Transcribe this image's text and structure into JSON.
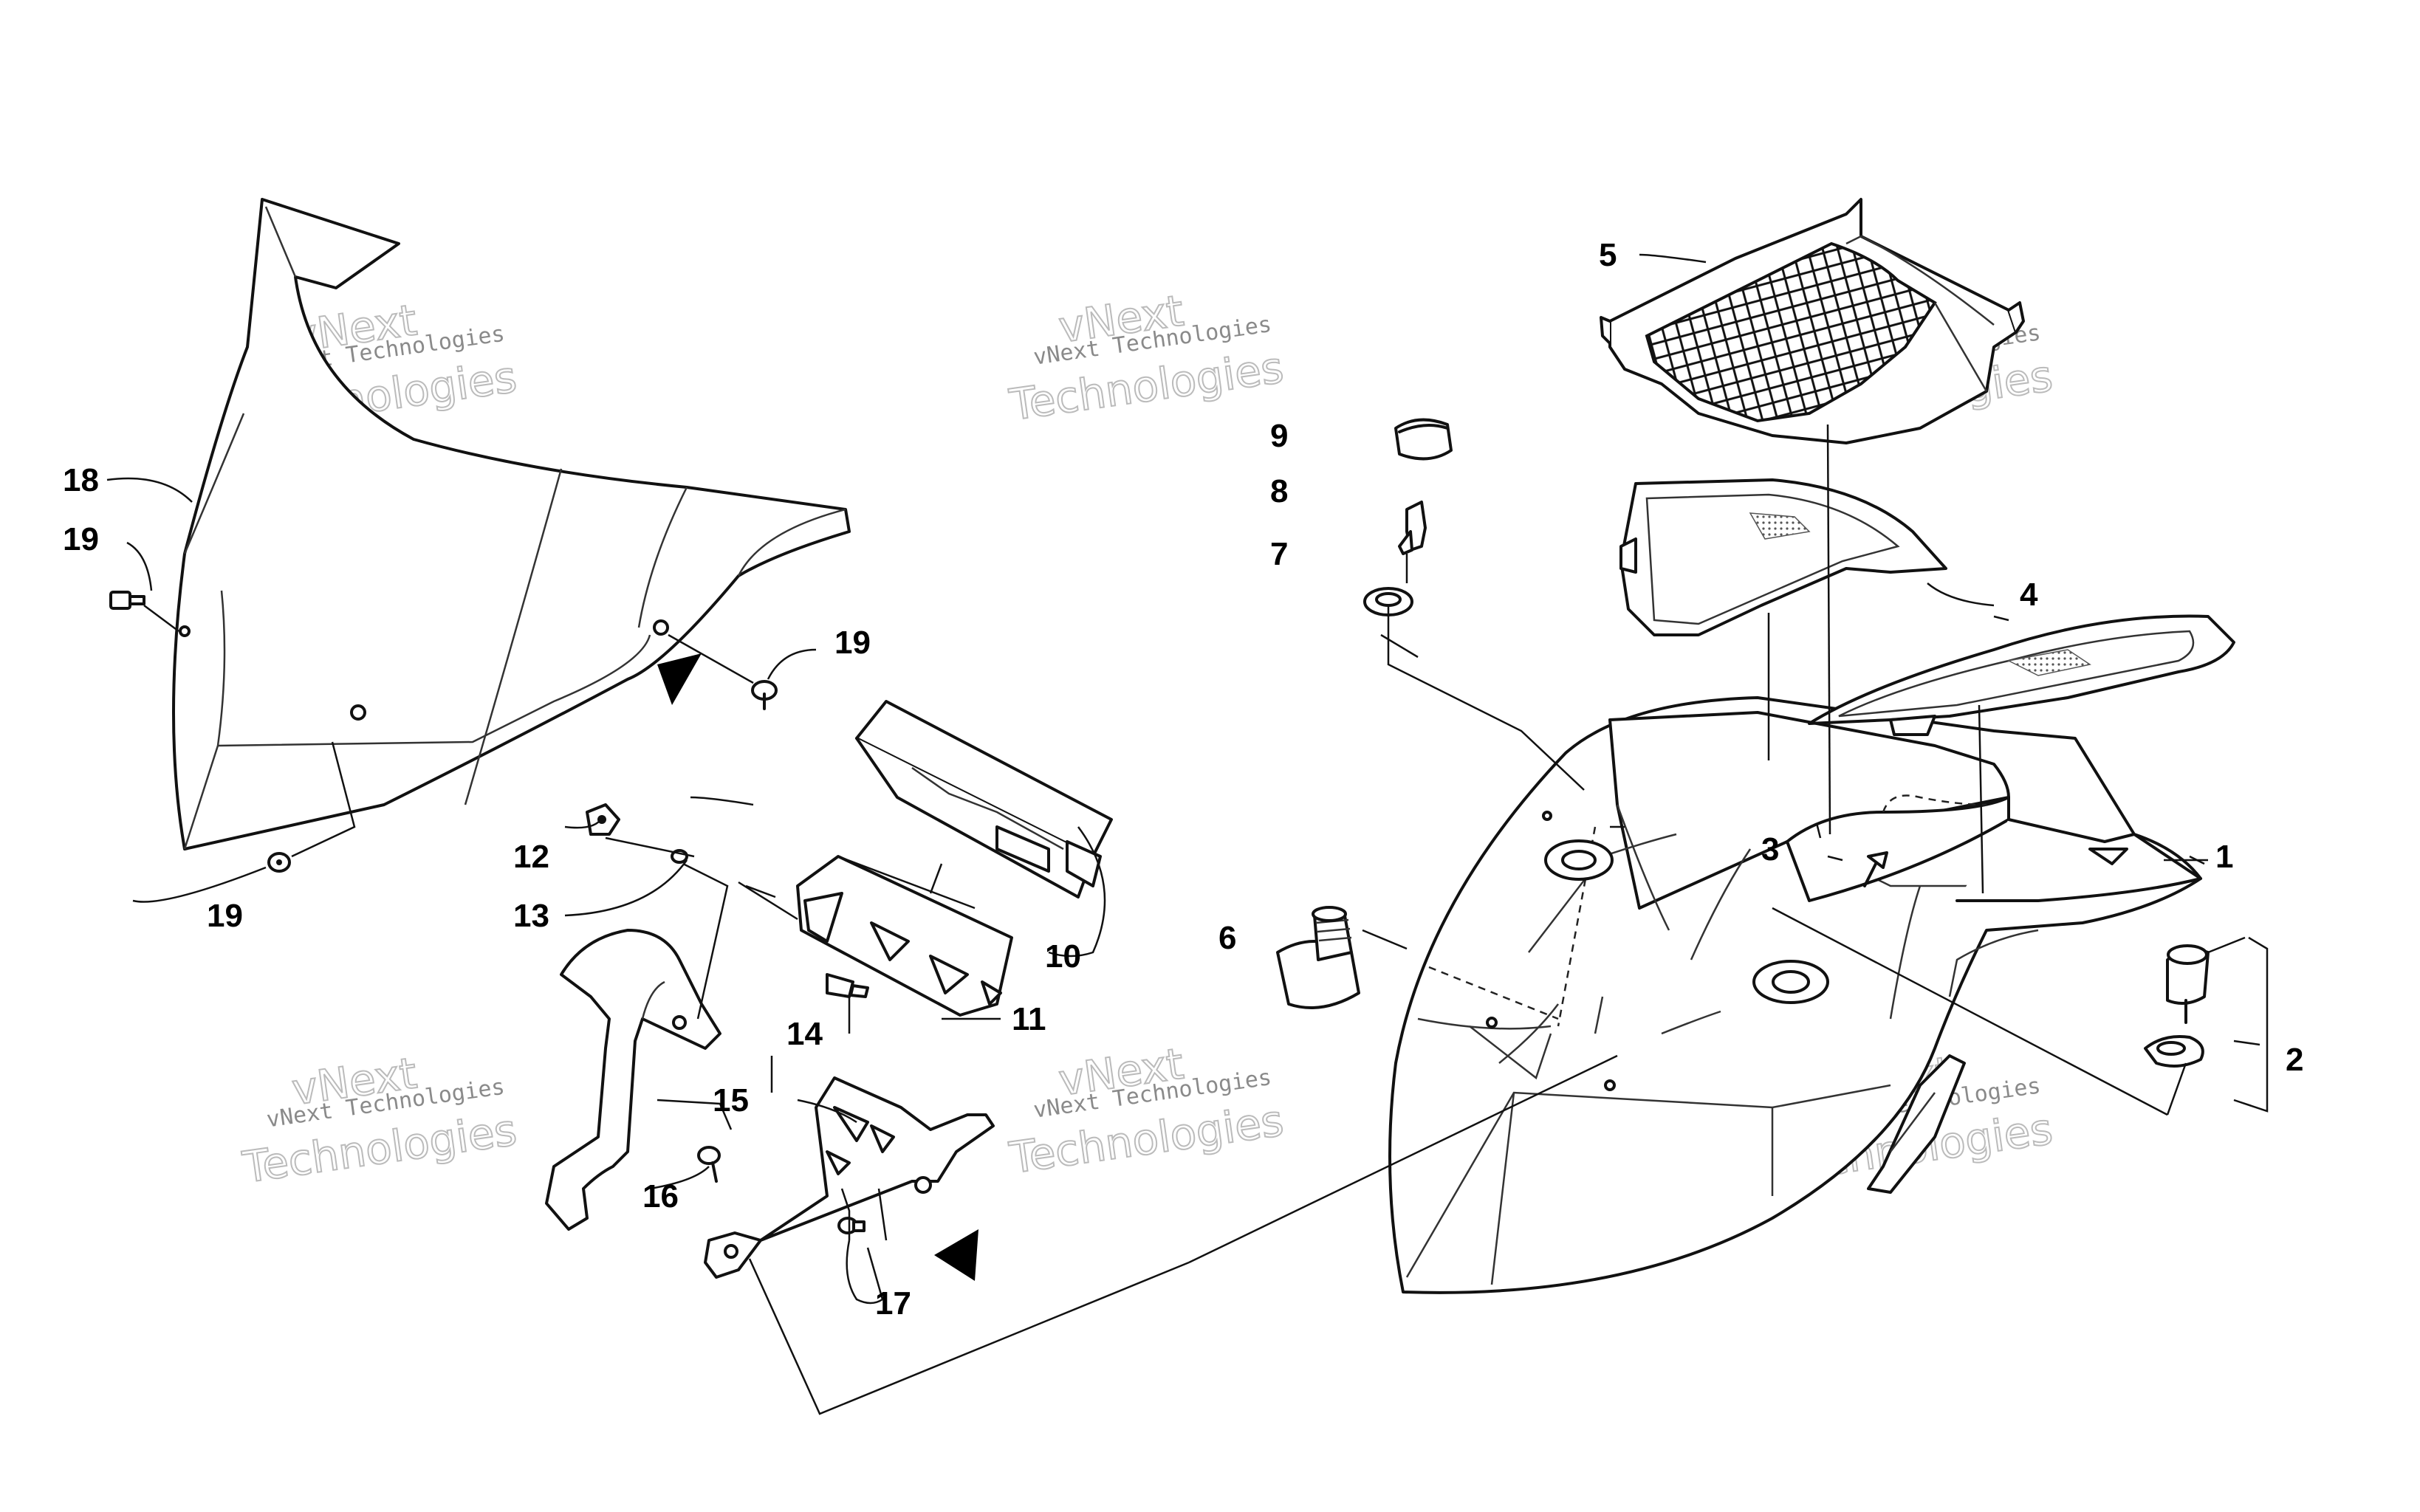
{
  "callouts": {
    "c1": "1",
    "c2": "2",
    "c3": "3",
    "c4": "4",
    "c5": "5",
    "c6": "6",
    "c7": "7",
    "c8": "8",
    "c9": "9",
    "c10": "10",
    "c11": "11",
    "c12": "12",
    "c13": "13",
    "c14": "14",
    "c15": "15",
    "c16": "16",
    "c17": "17",
    "c18": "18",
    "c19a": "19",
    "c19b": "19",
    "c19c": "19"
  },
  "watermark": {
    "line1": "vNext",
    "line2": "vNext Technologies",
    "line3": "Technologies"
  },
  "colors": {
    "ink": "#111111",
    "watermark": "#bbbbbb"
  }
}
